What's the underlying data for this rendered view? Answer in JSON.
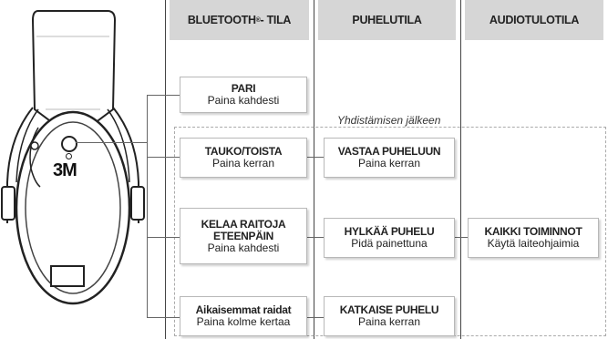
{
  "headers": {
    "bluetooth_prefix": "BLUETOOTH",
    "bluetooth_reg": "®",
    "bluetooth_suffix": "- TILA",
    "phone": "PUHELUTILA",
    "audio": "AUDIOTULOTILA"
  },
  "after_connect": "Yhdistämisen jälkeen",
  "headset_logo": "3M",
  "bluetooth_items": [
    {
      "title": "PARI",
      "sub": "Paina kahdesti"
    },
    {
      "title": "TAUKO/TOISTA",
      "sub": "Paina kerran"
    },
    {
      "title": "KELAA RAITOJA ETEENPÄIN",
      "title_l1": "KELAA RAITOJA",
      "title_l2": "ETEENPÄIN",
      "sub": "Paina kahdesti"
    },
    {
      "title": "Aikaisemmat raidat",
      "sub": "Paina kolme kertaa"
    }
  ],
  "phone_items": [
    {
      "title": "VASTAA PUHELUUN",
      "sub": "Paina kerran"
    },
    {
      "title": "HYLKÄÄ PUHELU",
      "sub": "Pidä painettuna"
    },
    {
      "title": "KATKAISE PUHELU",
      "sub": "Paina kerran"
    }
  ],
  "audio_item": {
    "title": "KAIKKI TOIMINNOT",
    "sub": "Käytä laiteohjaimia"
  }
}
